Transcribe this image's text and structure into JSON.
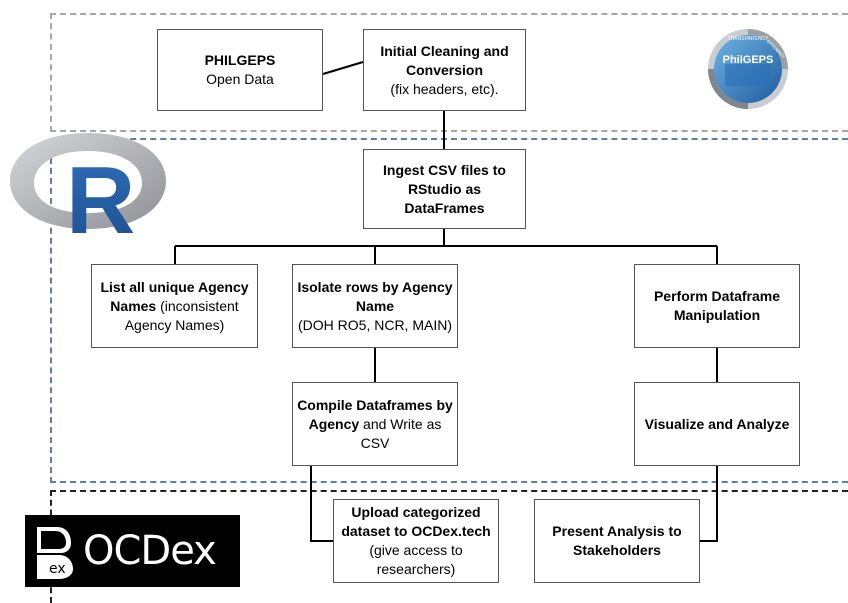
{
  "nodes": {
    "philgeps": {
      "title": "PHILGEPS",
      "text": "Open Data"
    },
    "initial": {
      "title": "Initial Cleaning and Conversion",
      "text": "(fix headers, etc)."
    },
    "ingest": {
      "title": "Ingest CSV files to RStudio as DataFrames"
    },
    "list": {
      "title": "List all unique Agency Names",
      "text": " (inconsistent Agency Names)"
    },
    "isolate": {
      "title": "Isolate rows by Agency Name",
      "text": "(DOH RO5, NCR, MAIN)"
    },
    "perform": {
      "title": "Perform Dataframe Manipulation"
    },
    "compile": {
      "title": "Compile Dataframes by Agency",
      "text": " and Write as CSV"
    },
    "visualize": {
      "title": "Visualize and Analyze"
    },
    "upload": {
      "title": "Upload categorized dataset  to OCDex.tech",
      "text": " (give access to researchers)"
    },
    "present": {
      "title": "Present Analysis to Stakeholders"
    }
  },
  "logos": {
    "r": "R",
    "philgeps": "PhilGEPS",
    "philgeps_ring_top": "TRANSPARENCY",
    "philgeps_ring_right": "EFFICIENCY",
    "ocdex_mark": "ex",
    "ocdex": "OCDex"
  },
  "colors": {
    "top_border": "#a6a6a6",
    "r_border": "#5b7fa6",
    "bottom_border": "#222222",
    "ocdex_bg": "#000000"
  }
}
